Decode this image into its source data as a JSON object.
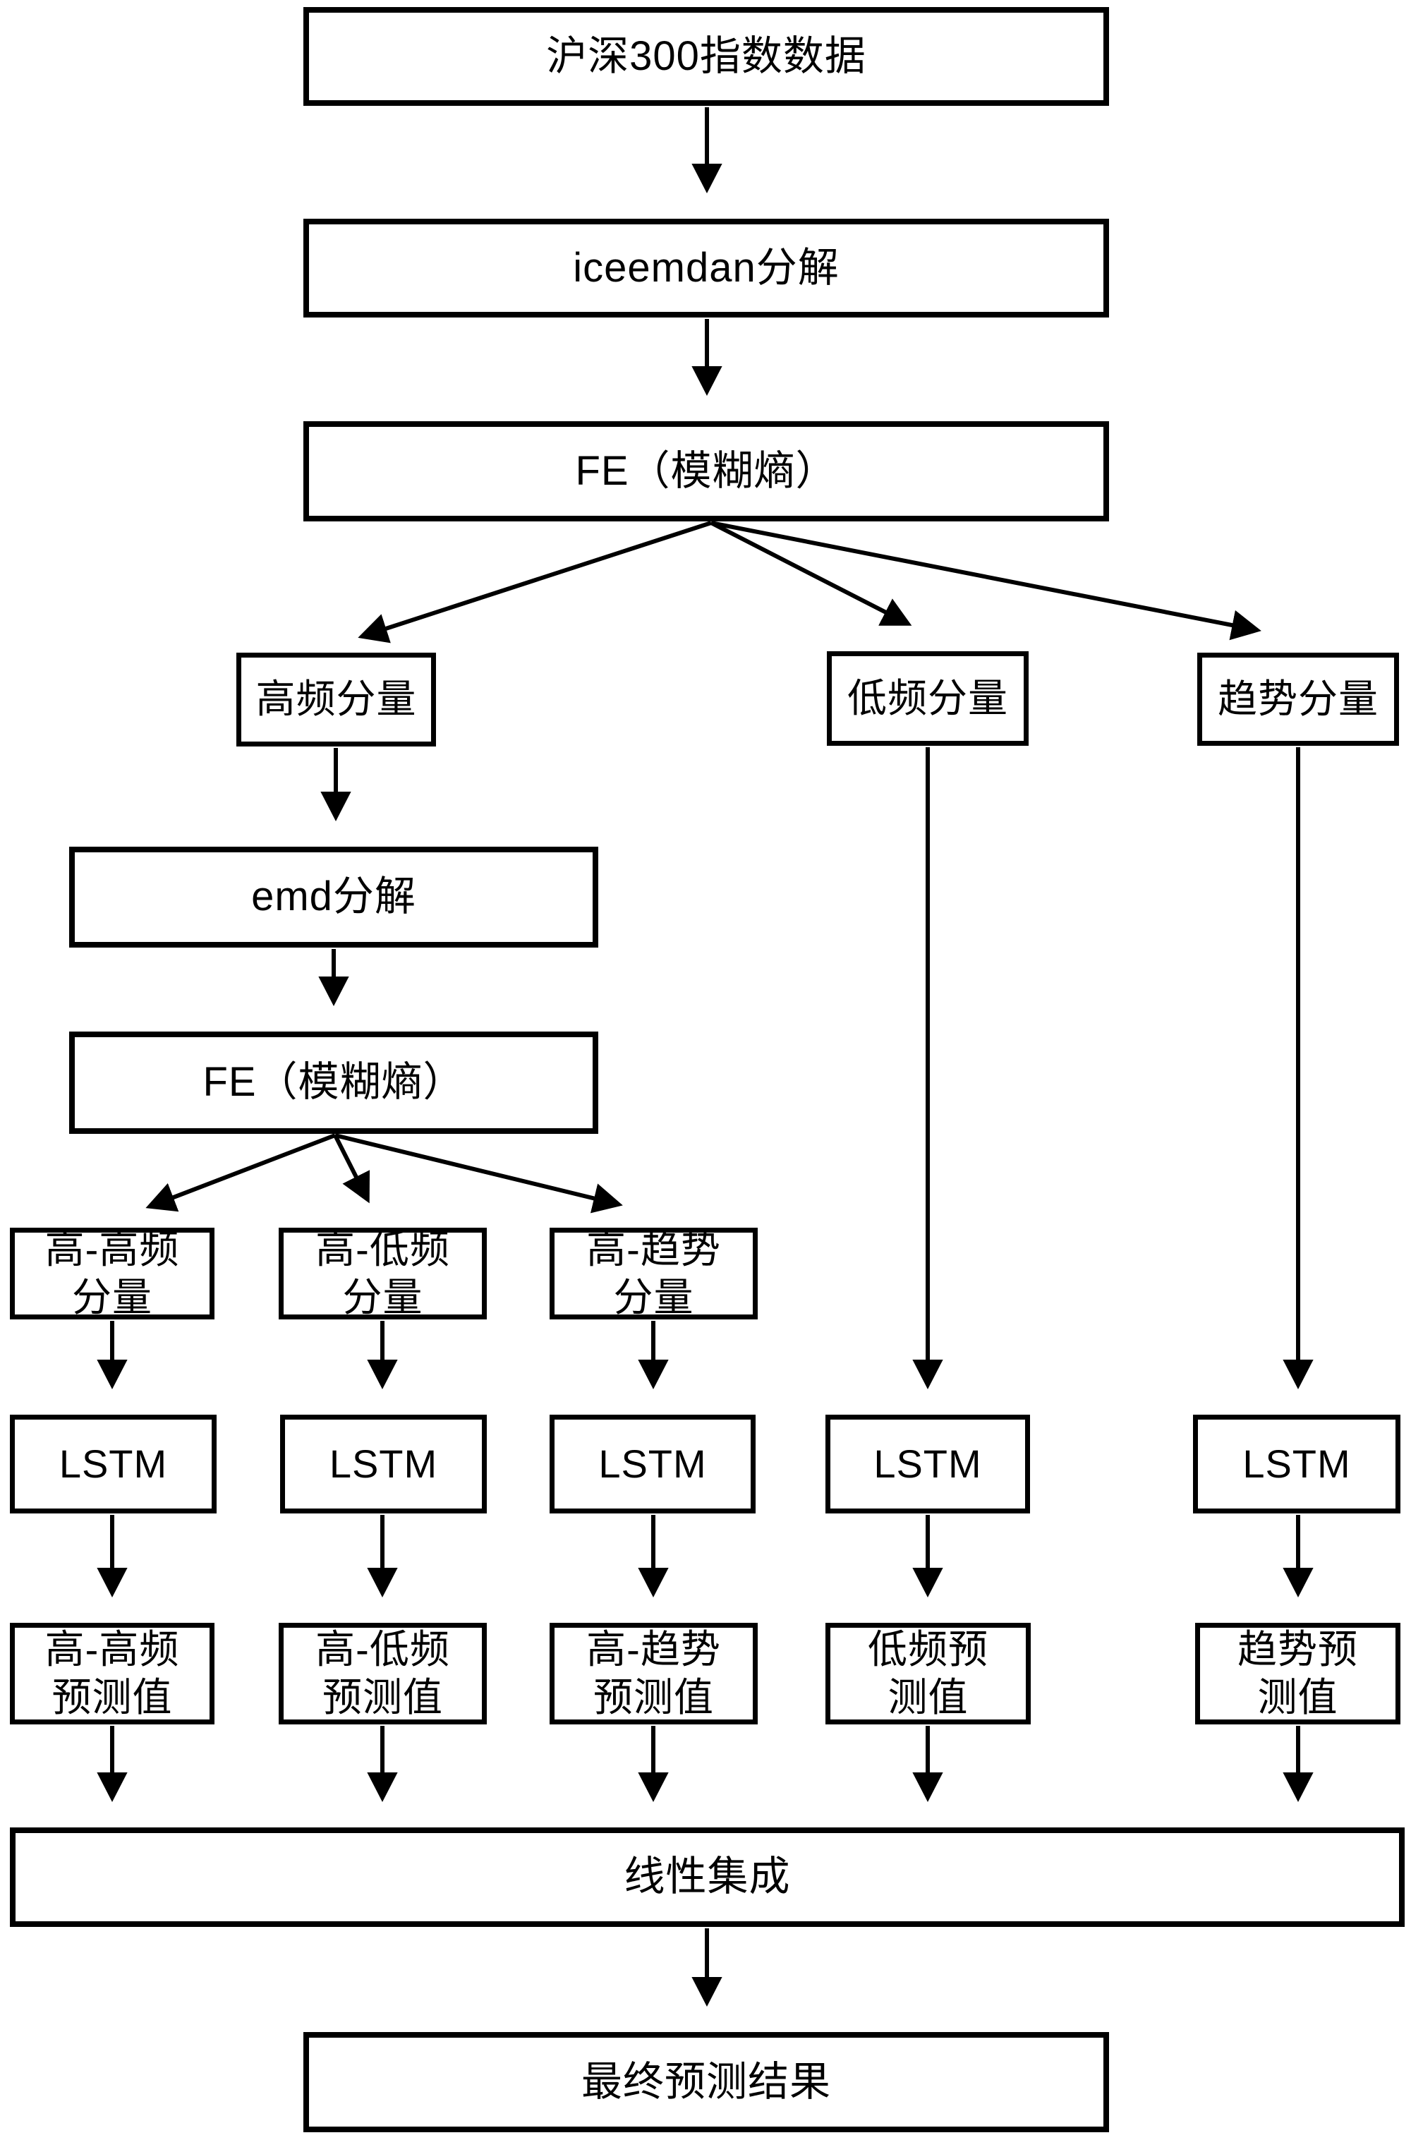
{
  "diagram": {
    "title": "ICEEMDAN-FE-LSTM prediction flowchart",
    "colors": {
      "line": "#000000",
      "box_border": "#000000",
      "box_background": "#ffffff",
      "page_background": "#ffffff"
    },
    "nodes": {
      "source": {
        "label": "沪深300指数数据"
      },
      "iceemdan": {
        "label": "iceemdan分解"
      },
      "fe1": {
        "label": "FE（模糊熵）"
      },
      "high_freq": {
        "label": "高频分量"
      },
      "low_freq": {
        "label": "低频分量"
      },
      "trend": {
        "label": "趋势分量"
      },
      "emd": {
        "label": "emd分解"
      },
      "fe2": {
        "label": "FE（模糊熵）"
      },
      "high_high": {
        "label": "高-高频\n分量"
      },
      "high_low": {
        "label": "高-低频\n分量"
      },
      "high_trend": {
        "label": "高-趋势\n分量"
      },
      "lstm1": {
        "label": "LSTM"
      },
      "lstm2": {
        "label": "LSTM"
      },
      "lstm3": {
        "label": "LSTM"
      },
      "lstm4": {
        "label": "LSTM"
      },
      "lstm5": {
        "label": "LSTM"
      },
      "pred_high_high": {
        "label": "高-高频\n预测值"
      },
      "pred_high_low": {
        "label": "高-低频\n预测值"
      },
      "pred_high_trend": {
        "label": "高-趋势\n预测值"
      },
      "pred_low": {
        "label": "低频预\n测值"
      },
      "pred_trend": {
        "label": "趋势预\n测值"
      },
      "ensemble": {
        "label": "线性集成"
      },
      "final": {
        "label": "最终预测结果"
      }
    }
  }
}
